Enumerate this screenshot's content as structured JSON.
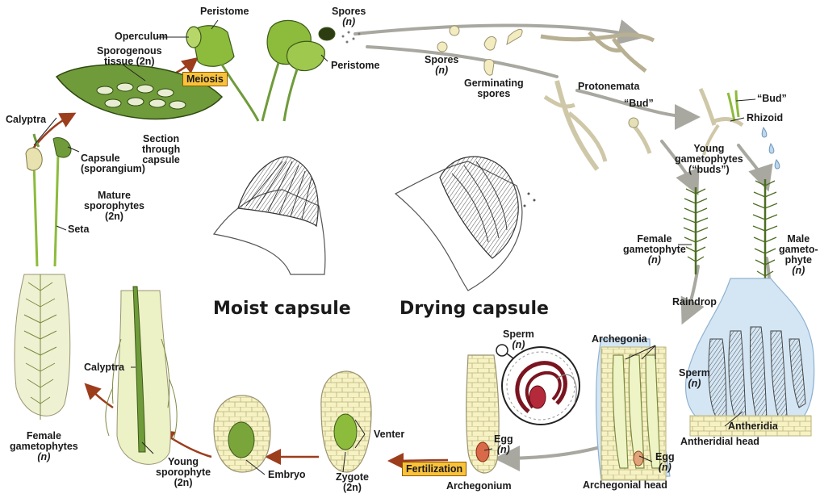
{
  "labels": {
    "peristome_top": "Peristome",
    "operculum": "Operculum",
    "sporogenous_1": "Sporogenous",
    "sporogenous_2": "tissue (2n)",
    "spores_top_1": "Spores",
    "spores_top_2": "(n)",
    "peristome_right": "Peristome",
    "spores_mid_1": "Spores",
    "spores_mid_2": "(n)",
    "germinating_1": "Germinating",
    "germinating_2": "spores",
    "protonemata": "Protonemata",
    "bud_1": "“Bud”",
    "bud_2": "“Bud”",
    "rhizoid": "Rhizoid",
    "young_gam_1": "Young",
    "young_gam_2": "gametophytes",
    "young_gam_3": "(“buds”)",
    "calyptra_top": "Calyptra",
    "section_1": "Section",
    "section_2": "through",
    "section_3": "capsule",
    "capsule_1": "Capsule",
    "capsule_2": "(sporangium)",
    "mature_1": "Mature",
    "mature_2": "sporophytes",
    "mature_3": "(2n)",
    "seta": "Seta",
    "female_gam_1": "Female",
    "female_gam_2": "gametophyte",
    "female_gam_3": "(n)",
    "male_gam_1": "Male",
    "male_gam_2": "gameto-",
    "male_gam_3": "phyte",
    "male_gam_4": "(n)",
    "raindrop": "Raindrop",
    "archegonia": "Archegonia",
    "sperm_right_1": "Sperm",
    "sperm_right_2": "(n)",
    "sperm_mid_1": "Sperm",
    "sperm_mid_2": "(n)",
    "antheridia": "Antheridia",
    "antheridial_head": "Antheridial head",
    "egg_right_1": "Egg",
    "egg_right_2": "(n)",
    "archegonial_head": "Archegonial head",
    "egg_mid_1": "Egg",
    "egg_mid_2": "(n)",
    "archegonium": "Archegonium",
    "venter": "Venter",
    "zygote_1": "Zygote",
    "zygote_2": "(2n)",
    "embryo": "Embryo",
    "young_spor_1": "Young",
    "young_spor_2": "sporophyte",
    "young_spor_3": "(2n)",
    "calyptra_bottom": "Calyptra",
    "female_gams_1": "Female",
    "female_gams_2": "gametophytes",
    "female_gams_3": "(n)",
    "meiosis": "Meiosis",
    "fertilization": "Fertilization",
    "moist_capsule": "Moist capsule",
    "drying_capsule": "Drying capsule"
  },
  "colors": {
    "cycle_arrow": "#9c3d1c",
    "haploid_arrow": "#a8a8a0",
    "capsule_green": "#8dbb3c",
    "plant_green": "#6f9b3a",
    "cell_yellow": "#f6f2c4",
    "sperm_red": "#7a1420",
    "label_box": "#f9c23c",
    "raindrop_blue": "#bcd7ee"
  }
}
